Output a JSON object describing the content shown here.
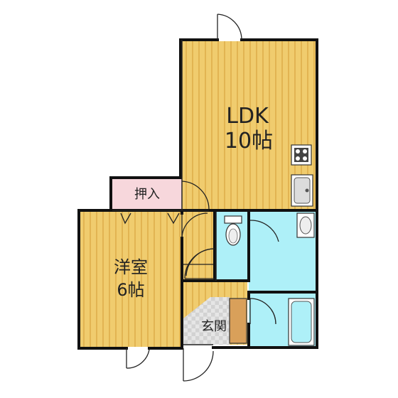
{
  "rooms": {
    "ldk": {
      "name": "LDK",
      "size": "10帖"
    },
    "western": {
      "name": "洋室",
      "size": "6帖"
    },
    "closet": {
      "name": "押入"
    },
    "entrance": {
      "name": "玄関"
    }
  },
  "colors": {
    "wood": "#f0cc6e",
    "wood_stripe": "#e2b452",
    "wet_area": "#aef0f8",
    "closet": "#f7d7dc",
    "tile": "#e4e4e4",
    "wall": "#111111"
  },
  "fixtures": [
    "stove-icon",
    "kitchen-sink-icon",
    "washbasin-icon",
    "toilet-icon",
    "bathtub-icon",
    "shoe-cabinet"
  ]
}
